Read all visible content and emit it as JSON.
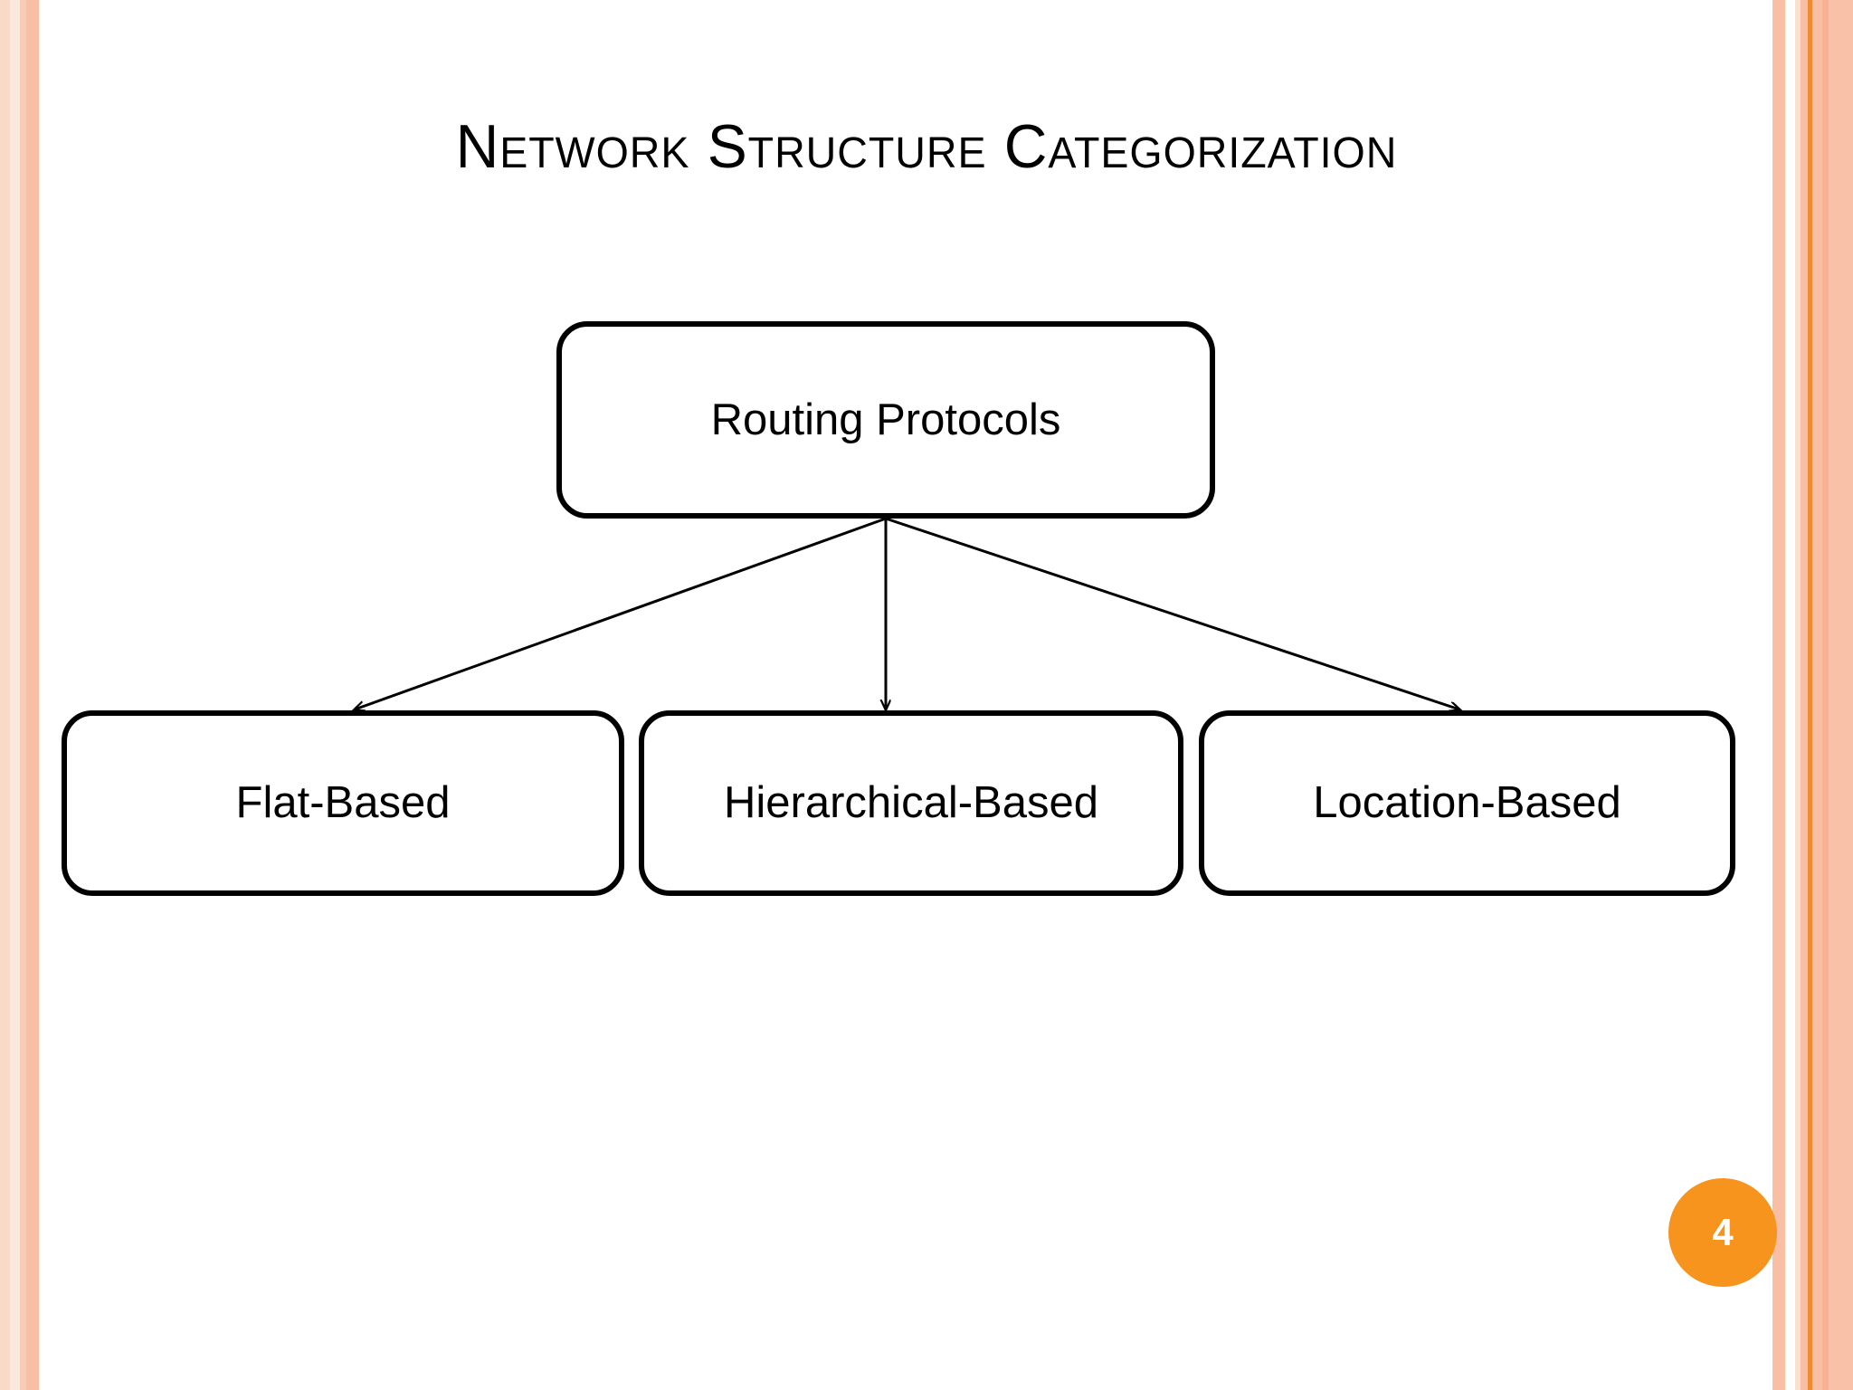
{
  "slide": {
    "title": "Network Structure Categorization",
    "page_number": "4",
    "background_color": "#ffffff",
    "accent_color": "#f7941e",
    "stripe_colors": [
      "#f9d9c8",
      "#fbe8dd",
      "#f8cdb6",
      "#f9bfa4",
      "#ffffff",
      "#fbe0d1",
      "#f08a33",
      "#f7b294",
      "#f9c2a8"
    ]
  },
  "diagram": {
    "type": "tree",
    "root": {
      "id": "routing-protocols",
      "label": "Routing Protocols"
    },
    "children": [
      {
        "id": "flat-based",
        "label": "Flat-Based"
      },
      {
        "id": "hierarchical-based",
        "label": "Hierarchical-Based"
      },
      {
        "id": "location-based",
        "label": "Location-Based"
      }
    ],
    "edges": [
      {
        "from": "routing-protocols",
        "to": "flat-based",
        "style": "arrow"
      },
      {
        "from": "routing-protocols",
        "to": "hierarchical-based",
        "style": "arrow"
      },
      {
        "from": "routing-protocols",
        "to": "location-based",
        "style": "arrow"
      }
    ],
    "node_border_color": "#000000",
    "node_fill_color": "#ffffff",
    "edge_color": "#000000"
  }
}
